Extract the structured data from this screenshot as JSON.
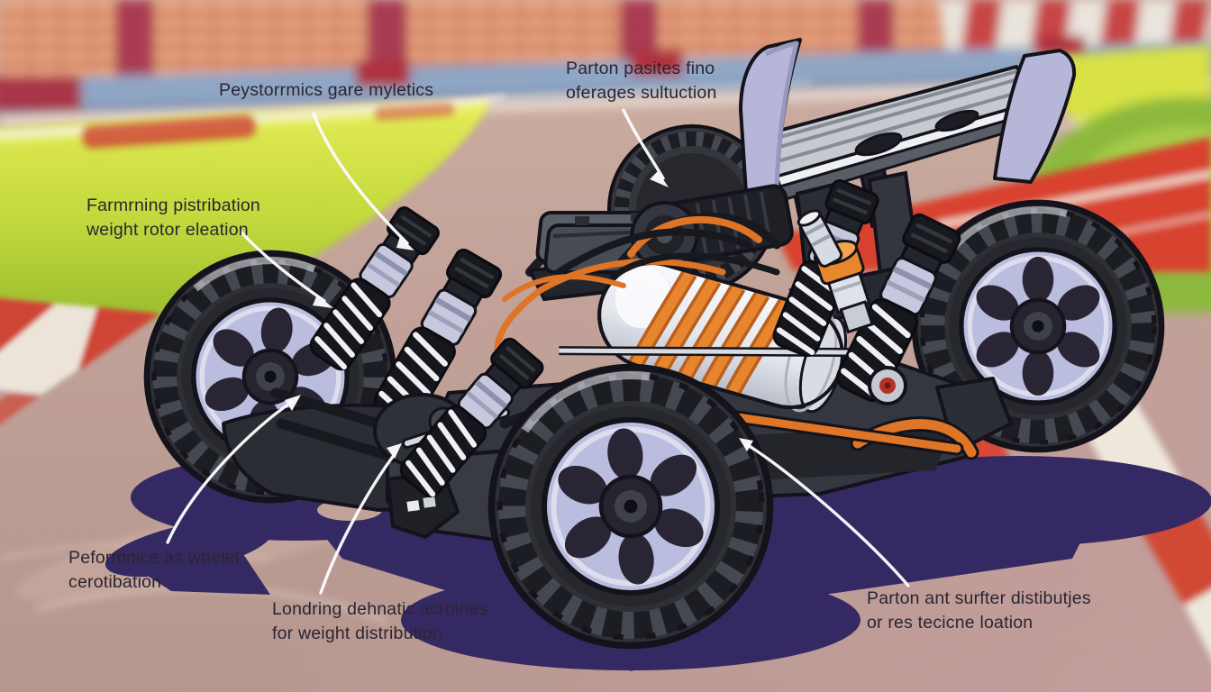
{
  "illustration": {
    "kind": "annotated-rc-buggy-chassis-diagram",
    "setting": "race-track with grandstand background",
    "labels": [
      {
        "id": "aero-top",
        "line1": "Peystorrmics gare myletics"
      },
      {
        "id": "motor-cables",
        "line1": "Parton pasites fino",
        "line2": "oferages sultuction"
      },
      {
        "id": "front-suspension",
        "line1": "Farmrning pistribation",
        "line2": "weight rotor eleation"
      },
      {
        "id": "wheel-rotation",
        "line1": "Peformnice as whelel",
        "line2": "cerotibation"
      },
      {
        "id": "chassis-weight",
        "line1": "Londring dehnatic acroines",
        "line2": "for weight distribution"
      },
      {
        "id": "tire-surface",
        "line1": "Parton ant surfter distibutjes",
        "line2": "or res tecicne loation"
      }
    ],
    "colors": {
      "labelText": "#2b2531",
      "calloutLine": "#fbfbfd",
      "trackAsphalt": "#c3a49b",
      "grass": "#b8d335",
      "curbRed": "#cf4434",
      "shadowIndigo": "#352963",
      "tireBlack": "#2e3036",
      "rimLavender": "#b9bcdc",
      "accentOrange": "#e07a2c",
      "canisterWhite": "#eef1f5",
      "wingDeck": "#c6cad0",
      "wingEndplate": "#b5b6d8",
      "standSeat": "#db8f6d",
      "standStripe": "#a93a52",
      "wallBlue": "#8fa6c5"
    }
  }
}
